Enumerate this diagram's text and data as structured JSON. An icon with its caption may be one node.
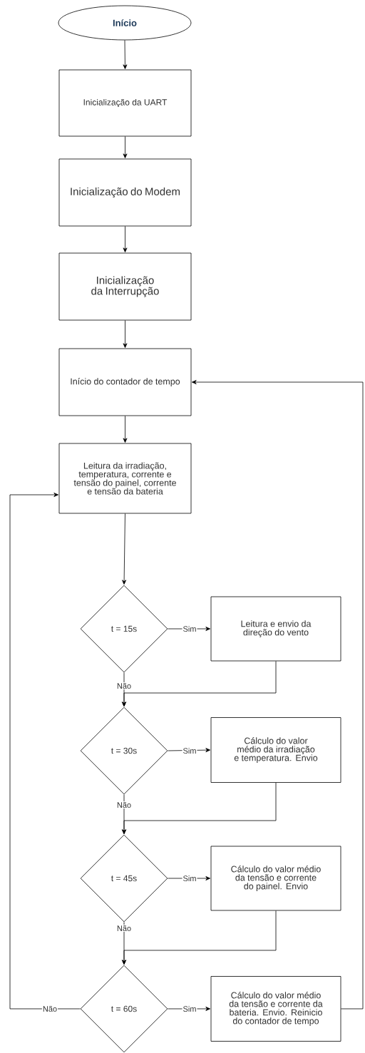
{
  "diagram": {
    "nodes": [
      {
        "text": [
          "Início"
        ]
      },
      {
        "text": [
          "Inicialização da UART"
        ]
      },
      {
        "text": [
          "Inicialização do Modem"
        ]
      },
      {
        "text": [
          "Inicialização da Interrupção"
        ]
      },
      {
        "text": [
          "Início do contador de tempo"
        ]
      },
      {
        "text": [
          "Leitura da irradiação, temperatura, corrente e tensão do painel, corrente e tensão da bateria"
        ]
      },
      {
        "text": [
          "t = 15s"
        ]
      },
      {
        "text": [
          "Leitura e envio da direção do vento"
        ]
      },
      {
        "text": [
          "t = 30s"
        ]
      },
      {
        "text": [
          "Cálculo do valor médio da irradiação e temperatura. Envio"
        ]
      },
      {
        "text": [
          "t = 45s"
        ]
      },
      {
        "text": [
          "Cálculo do valor médio da tensão e corrente do painel. Envio"
        ]
      },
      {
        "text": [
          "t = 60s"
        ]
      },
      {
        "text": [
          "Cálculo do valor médio da tensão e corrente da bateria. Envio. Reinicio do contador de tempo"
        ]
      }
    ],
    "edges": [
      {
        "from": 0,
        "to": 1,
        "arrow": "to"
      },
      {
        "from": 1,
        "to": 2,
        "arrow": "to"
      },
      {
        "from": 2,
        "to": 3,
        "arrow": "to"
      },
      {
        "from": 3,
        "to": 4,
        "arrow": "to"
      },
      {
        "from": 4,
        "to": 5,
        "arrow": "to"
      },
      {
        "from": 5,
        "to": 6,
        "arrow": "to"
      },
      {
        "from": 6,
        "to": 7,
        "arrow": "to",
        "label": "Sim"
      },
      {
        "from": 6,
        "to": 8,
        "arrow": "to",
        "label": "Não"
      },
      {
        "from": 7,
        "to": 8,
        "arrow": "to"
      },
      {
        "from": 8,
        "to": 9,
        "arrow": "to",
        "label": "Sim"
      },
      {
        "from": 8,
        "to": 10,
        "arrow": "to",
        "label": "Não"
      },
      {
        "from": 9,
        "to": 10,
        "arrow": "to"
      },
      {
        "from": 10,
        "to": 11,
        "arrow": "to",
        "label": "Sim"
      },
      {
        "from": 10,
        "to": 12,
        "arrow": "to",
        "label": "Não"
      },
      {
        "from": 11,
        "to": 12,
        "arrow": "to"
      },
      {
        "from": 12,
        "to": 13,
        "arrow": "to",
        "label": "Sim"
      },
      {
        "from": 12,
        "to": 5,
        "arrow": "to",
        "label": "Não"
      },
      {
        "from": 13,
        "to": 4,
        "arrow": "to"
      }
    ]
  }
}
